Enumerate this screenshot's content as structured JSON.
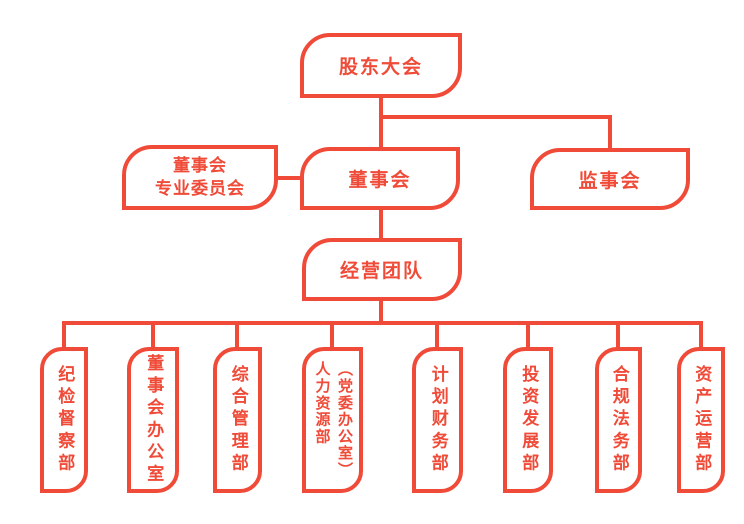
{
  "colors": {
    "accent": "#EF4B38",
    "canvas_bg": "#FFFFFF"
  },
  "nodes": {
    "shareholders_meeting": {
      "label": "股东大会"
    },
    "board_special_committee": {
      "lines": [
        "董事会",
        "专业委员会"
      ]
    },
    "board_of_directors": {
      "label": "董事会"
    },
    "supervisory_board": {
      "label": "监事会"
    },
    "management_team": {
      "label": "经营团队"
    }
  },
  "departments": [
    {
      "lines": [
        "纪检督察部"
      ]
    },
    {
      "lines": [
        "董事会办公室"
      ]
    },
    {
      "lines": [
        "综合管理部"
      ]
    },
    {
      "lines": [
        "（党委办公室）",
        "人力资源部"
      ]
    },
    {
      "lines": [
        "计划财务部"
      ]
    },
    {
      "lines": [
        "投资发展部"
      ]
    },
    {
      "lines": [
        "合规法务部"
      ]
    },
    {
      "lines": [
        "资产运营部"
      ]
    }
  ]
}
